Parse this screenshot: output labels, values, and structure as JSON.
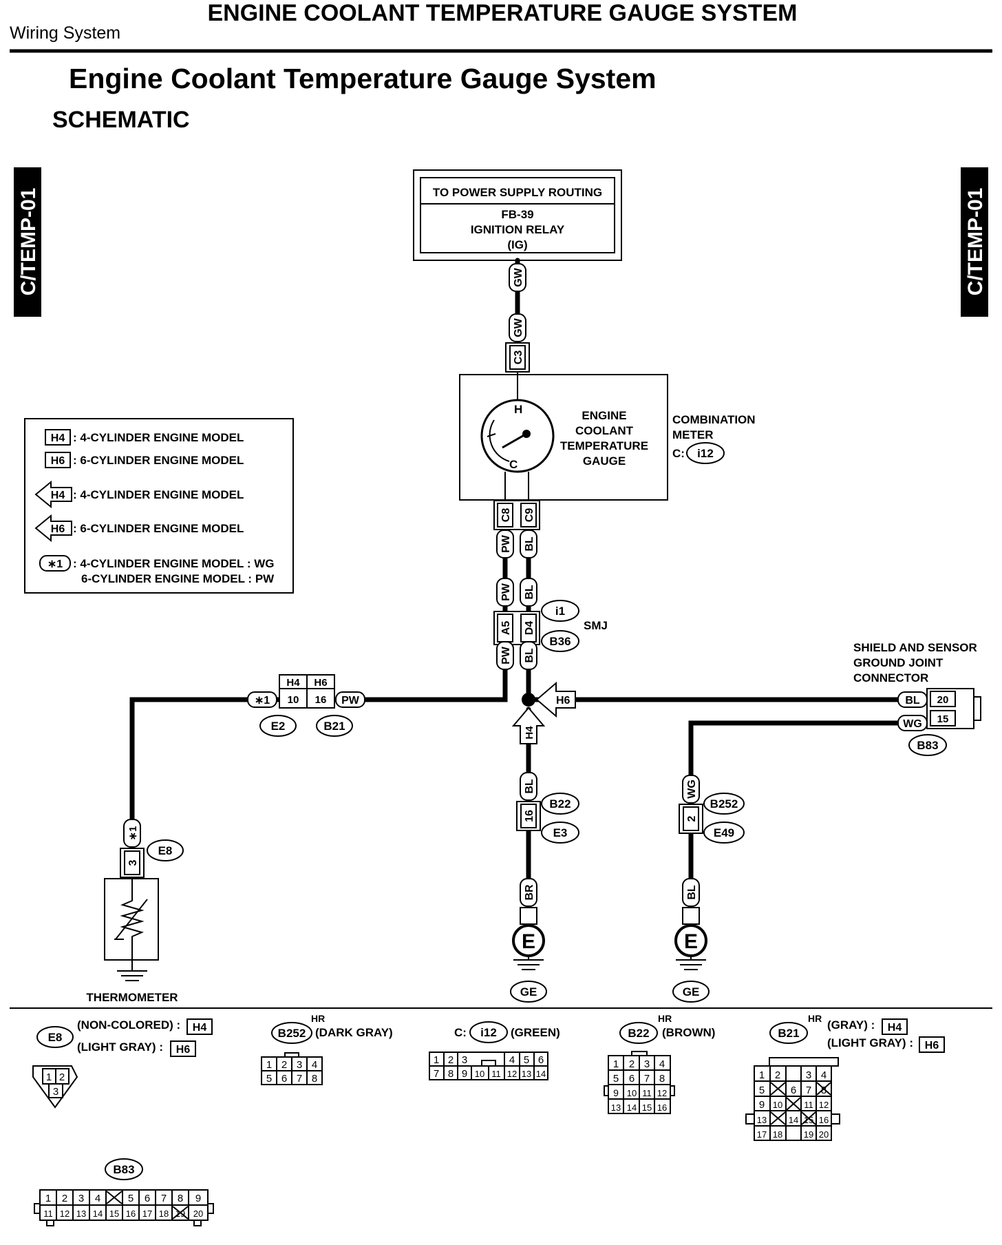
{
  "header": {
    "title": "ENGINE COOLANT TEMPERATURE GAUGE SYSTEM",
    "section": "Wiring System",
    "heading": "Engine Coolant Temperature Gauge System",
    "subheading": "SCHEMATIC",
    "side_tab_left": "C/TEMP-01",
    "side_tab_right": "C/TEMP-01"
  },
  "power": {
    "line1": "TO POWER SUPPLY ROUTING",
    "line2": "FB-39",
    "line3": "IGNITION RELAY",
    "line4": "(IG)"
  },
  "meter": {
    "gauge_line1": "ENGINE",
    "gauge_line2": "COOLANT",
    "gauge_line3": "TEMPERATURE",
    "gauge_line4": "GAUGE",
    "name_line1": "COMBINATION",
    "name_line2": "METER",
    "conn_prefix": "C:",
    "conn": "i12",
    "hot": "H",
    "cold": "C"
  },
  "legend": {
    "h4_tag": "H4",
    "h6_tag": "H6",
    "star_tag": "∗1",
    "row1": ": 4-CYLINDER ENGINE MODEL",
    "row2": ": 6-CYLINDER ENGINE MODEL",
    "row3": ": 4-CYLINDER ENGINE MODEL",
    "row4": ": 6-CYLINDER ENGINE MODEL",
    "row5a": ": 4-CYLINDER ENGINE MODEL :  WG",
    "row5b": "6-CYLINDER ENGINE MODEL :  PW"
  },
  "wires": {
    "gw": "GW",
    "pw": "PW",
    "bl": "BL",
    "wg": "WG",
    "br": "BR",
    "star1": "∗1"
  },
  "pins": {
    "c3": "C3",
    "c8": "C8",
    "c9": "C9",
    "a5": "A5",
    "d4": "D4",
    "h4": "H4",
    "h6": "H6",
    "p10": "10",
    "p16": "16",
    "p20": "20",
    "p15": "15",
    "p3": "3",
    "p2": "2"
  },
  "connectors": {
    "i1": "i1",
    "b36": "B36",
    "smj": "SMJ",
    "e2": "E2",
    "b21": "B21",
    "b22": "B22",
    "e3": "E3",
    "b252": "B252",
    "e49": "E49",
    "e8": "E8",
    "b83": "B83",
    "ge1": "GE",
    "ge2": "GE",
    "ground": "E"
  },
  "shield": {
    "line1": "SHIELD AND SENSOR",
    "line2": "GROUND JOINT",
    "line3": "CONNECTOR"
  },
  "thermometer": "THERMOMETER",
  "bottom": {
    "e8_color1": "(NON-COLORED) :",
    "e8_color2": "(LIGHT GRAY) :",
    "hr": "HR",
    "b252_color": "(DARK GRAY)",
    "i12_prefix": "C:",
    "i12_color": "(GREEN)",
    "b22_color": "(BROWN)",
    "b21_color1": "(GRAY) :",
    "b21_color2": "(LIGHT GRAY) :"
  }
}
